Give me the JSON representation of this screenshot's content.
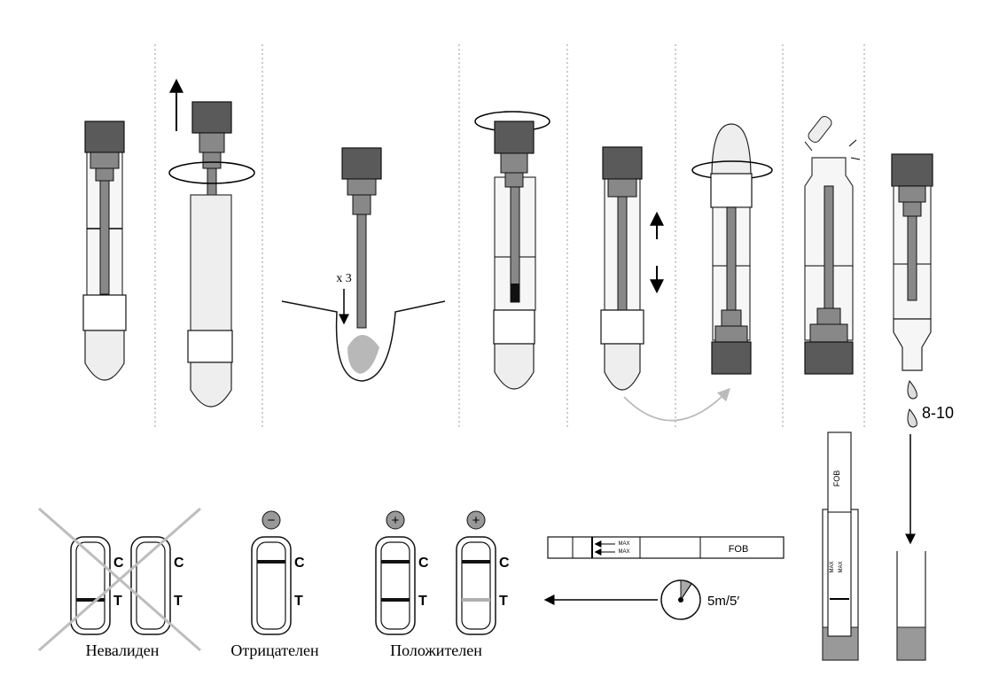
{
  "labels": {
    "repeat": "x 3",
    "drops": "8-10",
    "timer": "5m/5′",
    "strip_brand": "FOB",
    "max": "MAX",
    "control": "C",
    "test": "T"
  },
  "results": [
    {
      "caption": "Невалиден",
      "sign": ""
    },
    {
      "caption": "Отрицателен",
      "sign": "−"
    },
    {
      "caption": "Положителен",
      "sign": "+"
    }
  ],
  "colors": {
    "cap": "#5a5a5a",
    "tube_fill": "#eeeeee",
    "sample": "#b8b8b8",
    "strip_line": "#111111",
    "faint_line": "#b0b0b0",
    "curved_arrow": "#bbbbbb",
    "cross": "#bdbdbd"
  },
  "icons": [
    "arrow-up-icon",
    "rotate-arrow-icon",
    "arrow-down-icon",
    "shake-arrow-icon",
    "drop-icon",
    "timer-icon",
    "minus-sign-icon",
    "plus-sign-icon",
    "cross-icon"
  ]
}
